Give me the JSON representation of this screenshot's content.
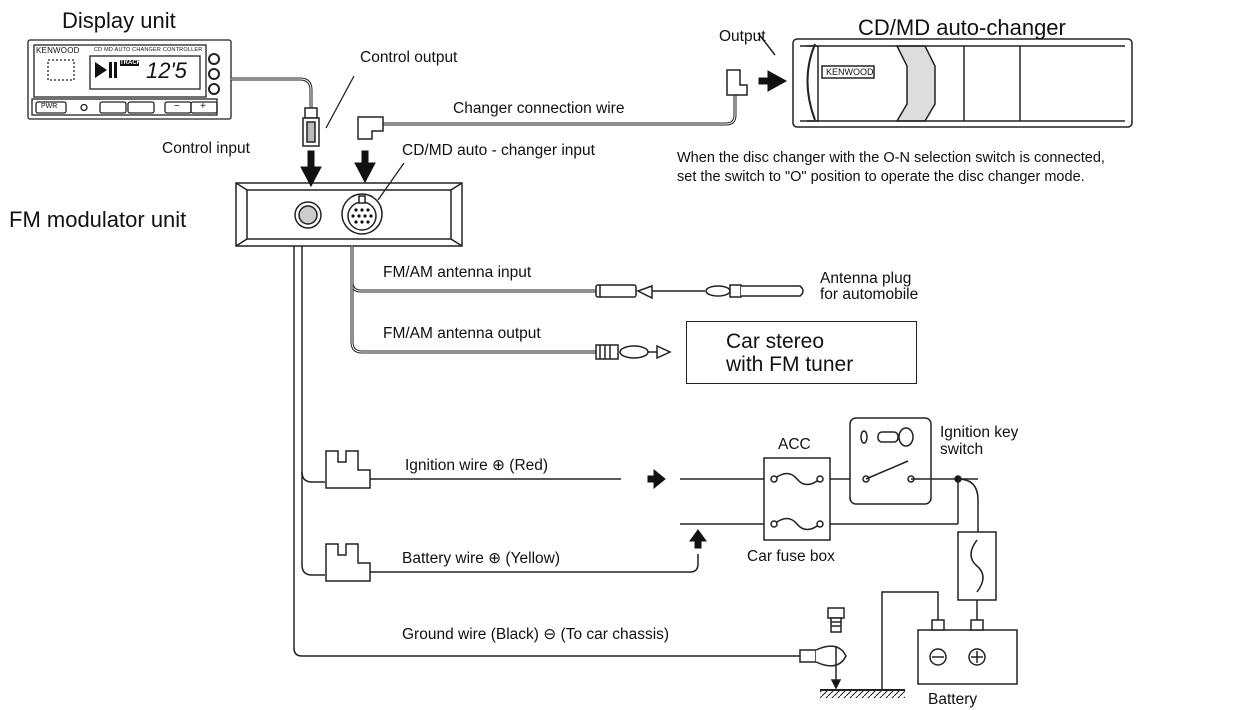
{
  "units": {
    "display_unit": "Display unit",
    "changer": "CD/MD auto-changer",
    "fm_modulator": "FM modulator unit",
    "car_stereo_line1": "Car stereo",
    "car_stereo_line2": "with FM tuner",
    "changer_brand": "KENWOOD",
    "display_brand": "KENWOOD"
  },
  "labels": {
    "output": "Output",
    "control_output": "Control output",
    "changer_connection_wire": "Changer connection wire",
    "control_input": "Control input",
    "changer_input": "CD/MD auto - changer input",
    "antenna_input": "FM/AM antenna input",
    "antenna_output": "FM/AM antenna output",
    "antenna_plug_line1": "Antenna plug",
    "antenna_plug_line2": "for automobile",
    "ignition_wire": "Ignition wire ⊕ (Red)",
    "battery_wire": "Battery wire ⊕ (Yellow)",
    "ground_wire": "Ground wire (Black) ⊖ (To car chassis)",
    "acc": "ACC",
    "fuse_box": "Car fuse box",
    "ignition_key_line1": "Ignition key",
    "ignition_key_line2": "switch",
    "battery": "Battery"
  },
  "note": {
    "line1": "When the disc changer with the O-N selection switch is connected,",
    "line2": "set the switch to \"O\" position to operate the disc changer mode."
  },
  "display_panel": {
    "header": "CD MD AUTO CHANGER CONTROLLER",
    "track": "TRACK",
    "digits": "12'5",
    "pwr": "PWR",
    "minus": "−",
    "plus": "+"
  }
}
